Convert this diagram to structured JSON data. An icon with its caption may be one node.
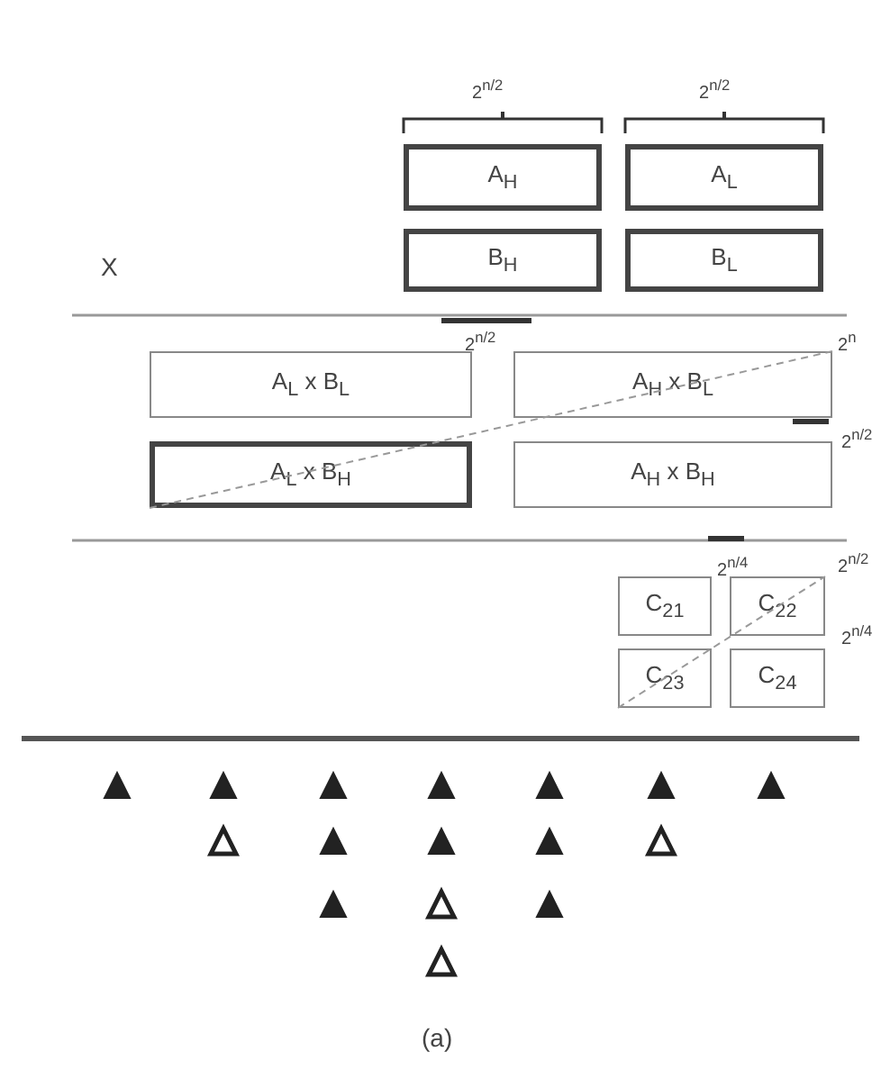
{
  "diagram": {
    "caption": "(a)",
    "nodes": [
      {
        "text": [
          "A$_{H}$"
        ]
      },
      {
        "text": [
          "A$_{L}$"
        ]
      },
      {
        "text": [
          "B$_{H}$"
        ]
      },
      {
        "text": [
          "B$_{L}$"
        ]
      },
      {
        "text": [
          "A$_{L}$ x B$_{L}$"
        ]
      },
      {
        "text": [
          "A$_{H}$ x B$_{L}$"
        ]
      },
      {
        "text": [
          "A$_{L}$ x B$_{H}$"
        ]
      },
      {
        "text": [
          "A$_{H}$ x B$_{H}$"
        ]
      },
      {
        "text": [
          "C$_{21}$"
        ]
      },
      {
        "text": [
          "C$_{22}$"
        ]
      },
      {
        "text": [
          "C$_{23}$"
        ]
      },
      {
        "text": [
          "C$_{24}$"
        ]
      }
    ],
    "edges": [
      {
        "from": 6,
        "to": 5,
        "arrow": "none",
        "style": "dashed"
      },
      {
        "from": 10,
        "to": 9,
        "arrow": "none",
        "style": "dashed"
      }
    ],
    "labels": [
      "2$^{n/2}$",
      "2$^{n/2}$",
      "X",
      "2$^{n/2}$",
      "2$^{n}$",
      "2$^{n/2}$",
      "2$^{n/4}$",
      "2$^{n/2}$",
      "2$^{n/4}$"
    ]
  }
}
